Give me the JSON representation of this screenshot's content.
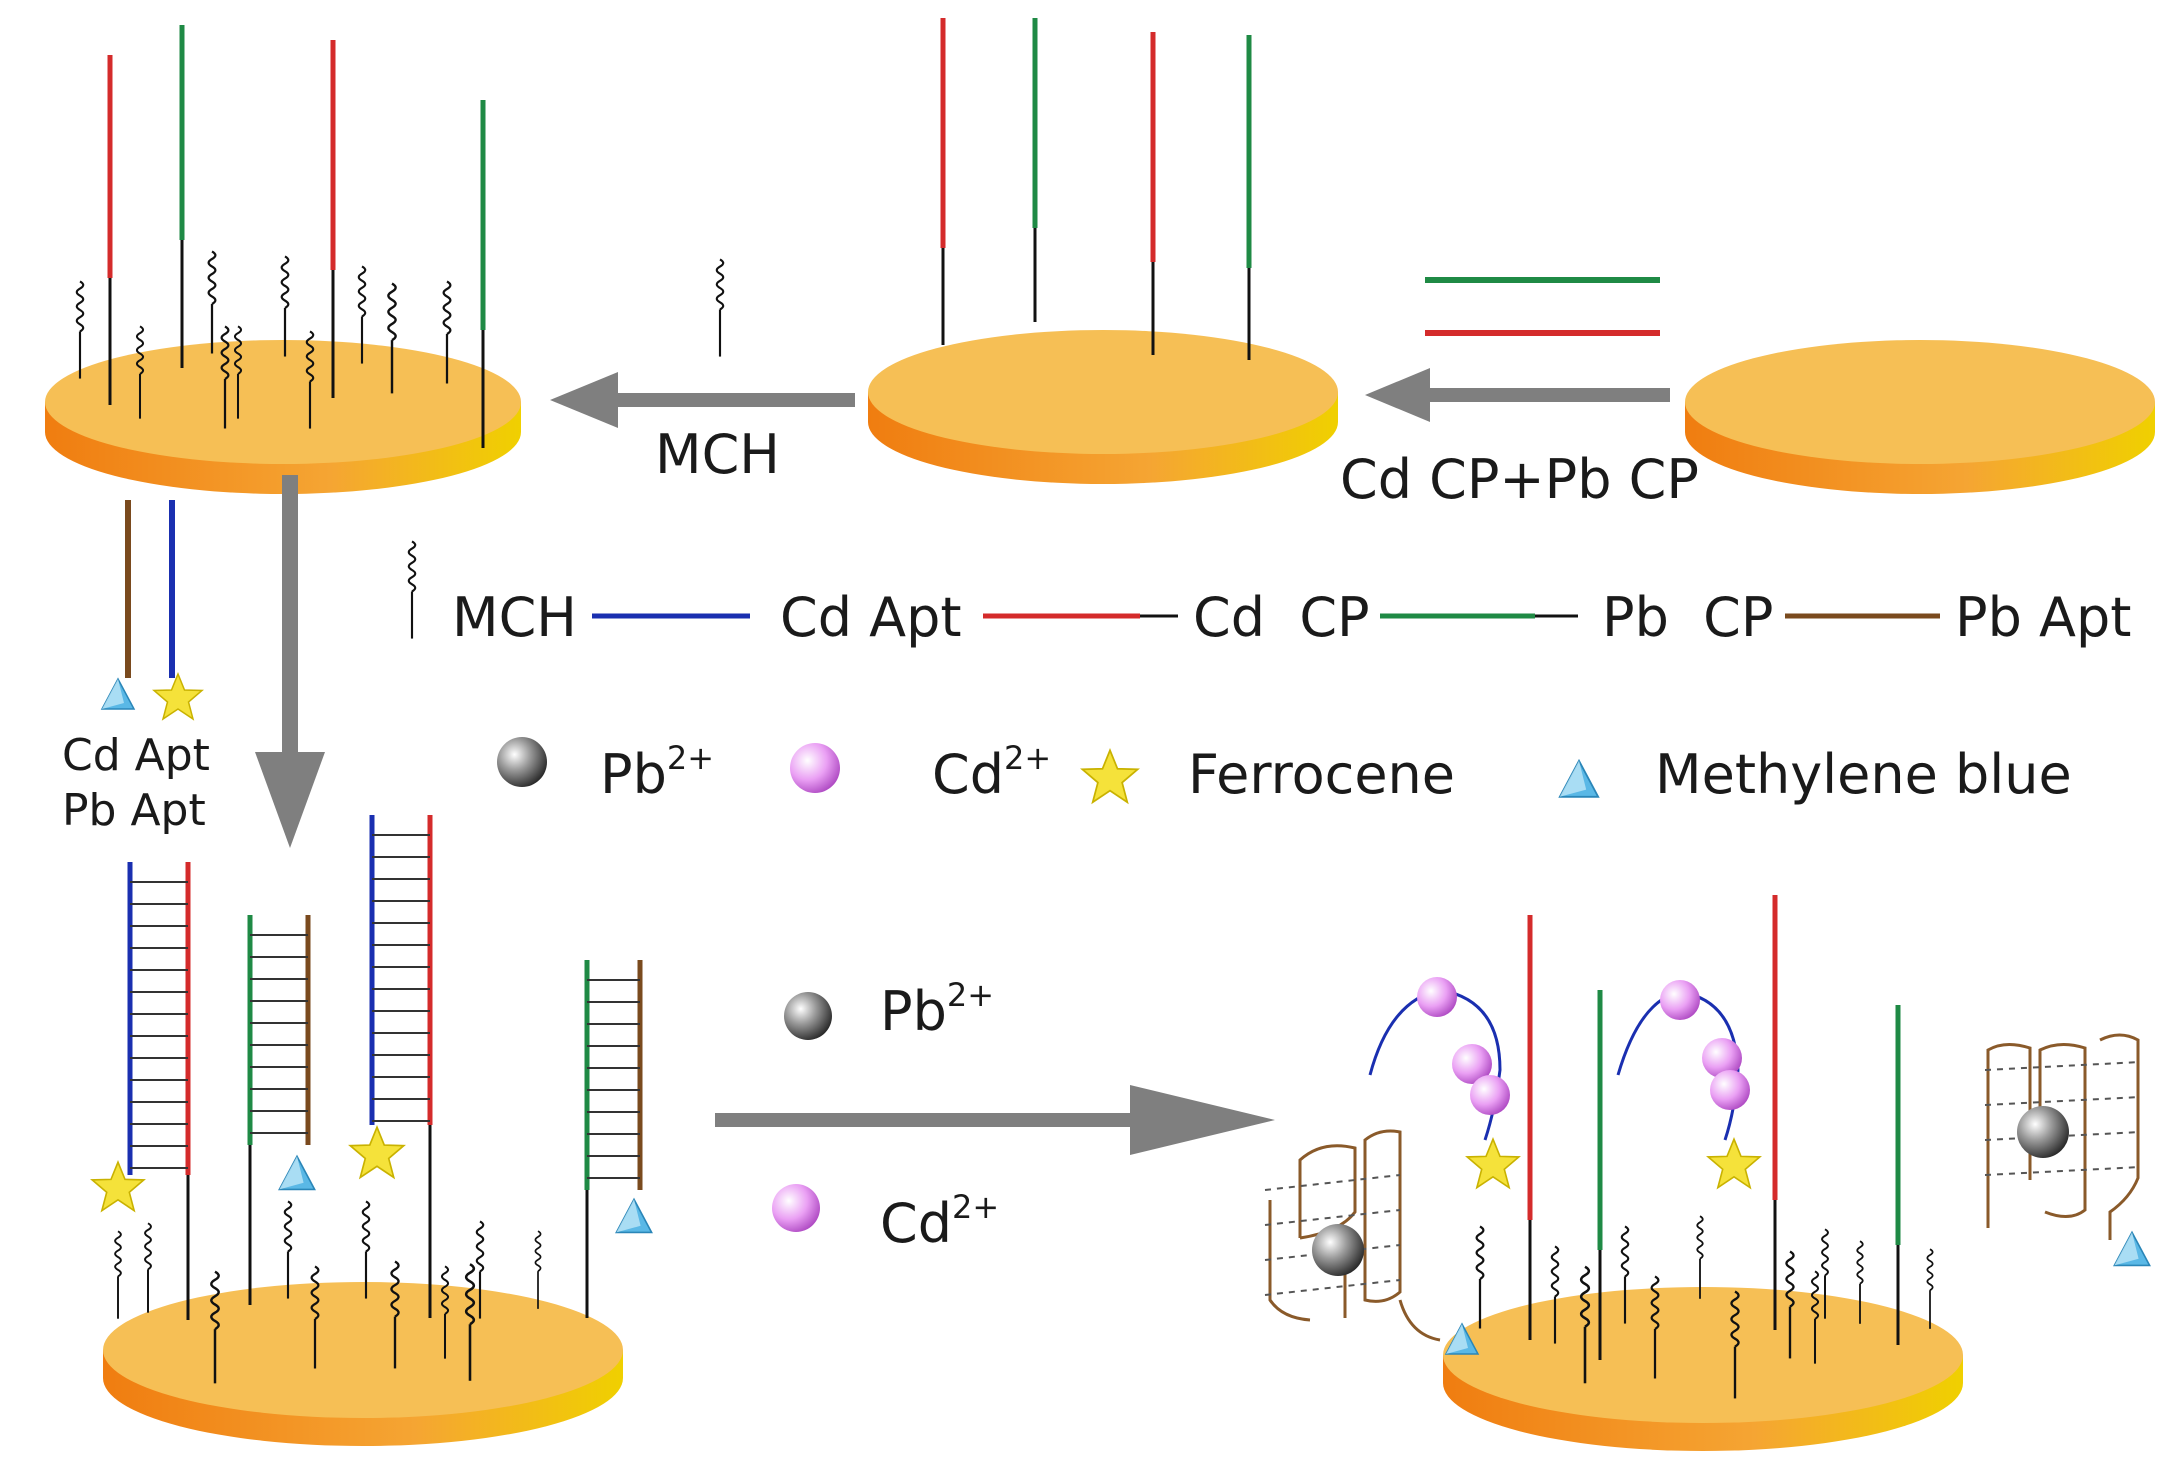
{
  "step_labels": {
    "cp_step": "Cd CP+Pb CP",
    "mch_step": "MCH",
    "apt_step_cd": "Cd Apt",
    "apt_step_pb": "Pb Apt",
    "ion_pb_base": "Pb",
    "ion_pb_charge": "2+",
    "ion_cd_base": "Cd",
    "ion_cd_charge": "2+"
  },
  "legend": {
    "mch": "MCH",
    "cd_apt": "Cd Apt",
    "cd_cp": "Cd  CP",
    "pb_cp": "Pb  CP",
    "pb_apt": "Pb Apt",
    "pb_ion_base": "Pb",
    "pb_ion_charge": "2+",
    "cd_ion_base": "Cd",
    "cd_ion_charge": "2+",
    "ferrocene": "Ferrocene",
    "methylene_blue": "Methylene blue"
  },
  "colors": {
    "cd_cp": "#d42b2b",
    "pb_cp": "#1f8a45",
    "cd_apt": "#1a2fb0",
    "pb_apt": "#7a4a1e",
    "electrode_top": "#f6bf55",
    "electrode_side": "#f08a1c",
    "arrow": "#7f7f7f",
    "ferrocene": "#f5e23a",
    "methylene_blue": "#5ab8e6",
    "cd_ion": "#e58cf0",
    "pb_ion": "#8a8a8a"
  }
}
